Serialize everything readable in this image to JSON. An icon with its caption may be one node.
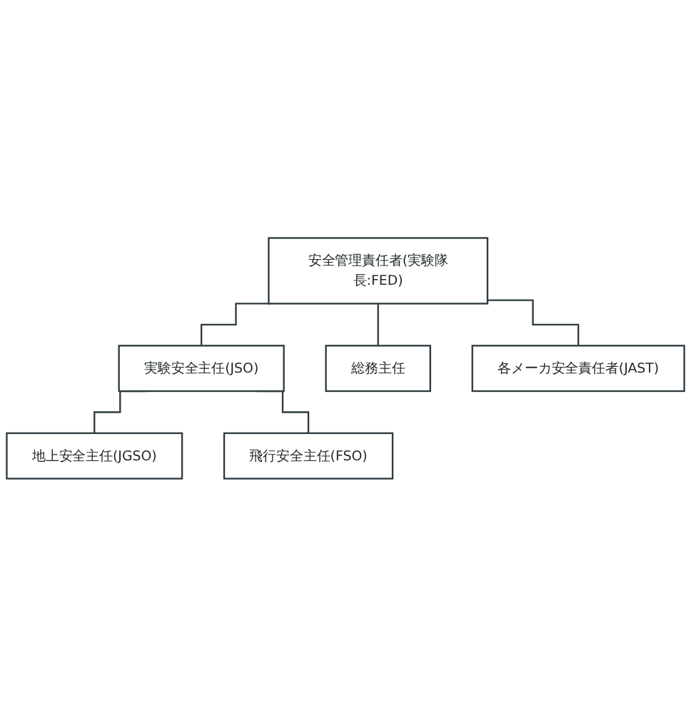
{
  "diagram": {
    "nodes": [
      {
        "text": [
          "安全管理責任者(実験隊長:FED)"
        ]
      },
      {
        "text": [
          "実験安全主任(JSO)"
        ]
      },
      {
        "text": [
          "地上安全主任(JGSO)"
        ]
      },
      {
        "text": [
          "飛行安全主任(FSO)"
        ]
      },
      {
        "text": [
          "総務主任"
        ]
      },
      {
        "text": [
          "各メーカ安全責任者(JAST)"
        ]
      }
    ],
    "edges": [
      {
        "from": 0,
        "to": 1,
        "arrow": "none"
      },
      {
        "from": 1,
        "to": 2,
        "arrow": "none"
      },
      {
        "from": 1,
        "to": 3,
        "arrow": "none"
      },
      {
        "from": 0,
        "to": 4,
        "arrow": "none"
      },
      {
        "from": 0,
        "to": 5,
        "arrow": "none"
      }
    ]
  }
}
